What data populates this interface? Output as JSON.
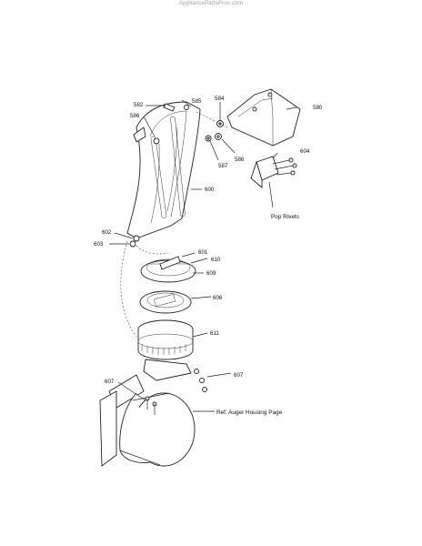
{
  "header": {
    "watermark": "AppliancePartsPros.com"
  },
  "callouts": {
    "p580": "580",
    "p582": "582",
    "p584": "584",
    "p585": "585",
    "p586a": "586",
    "p586b": "586",
    "p587": "587",
    "p600": "600",
    "p601": "601",
    "p602": "602",
    "p603": "603",
    "p604": "604",
    "p606": "606",
    "p607a": "607",
    "p607b": "607",
    "p609": "609",
    "p610": "610",
    "p611": "611"
  },
  "notes": {
    "pop_rivets": "Pop Rivets",
    "auger_ref": "Ref. Auger Housing Page"
  }
}
